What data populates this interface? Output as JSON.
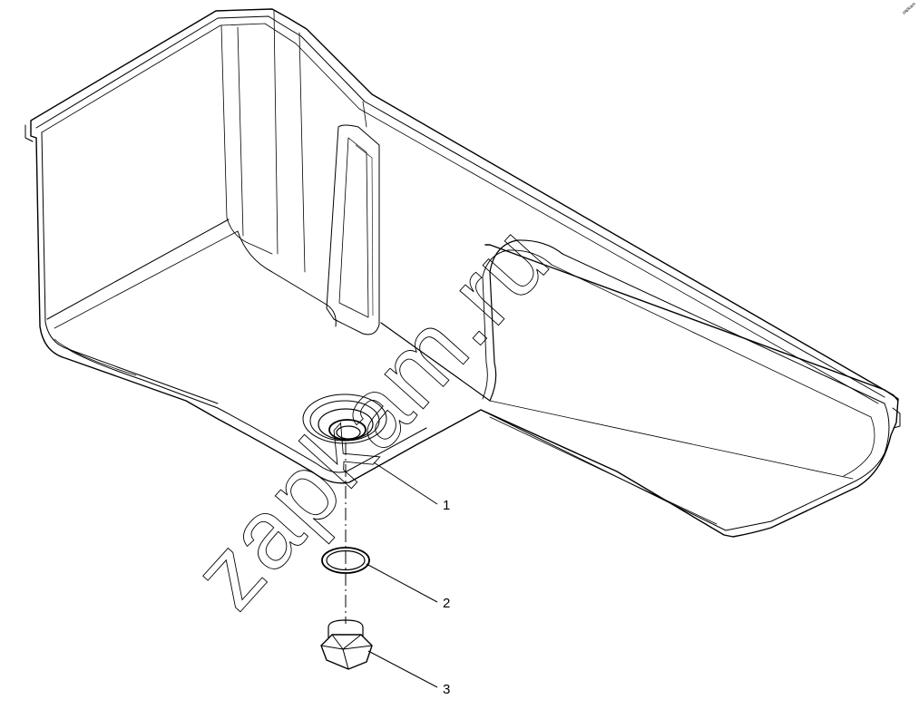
{
  "callouts": [
    {
      "label": "1",
      "part": "drain-boss"
    },
    {
      "label": "2",
      "part": "sealing-ring"
    },
    {
      "label": "3",
      "part": "drain-plug"
    }
  ],
  "watermark": {
    "text": "zapkam.ru"
  },
  "corner_mark": {
    "text": "zapkam"
  },
  "colors": {
    "line": "#000000",
    "background": "#ffffff"
  }
}
